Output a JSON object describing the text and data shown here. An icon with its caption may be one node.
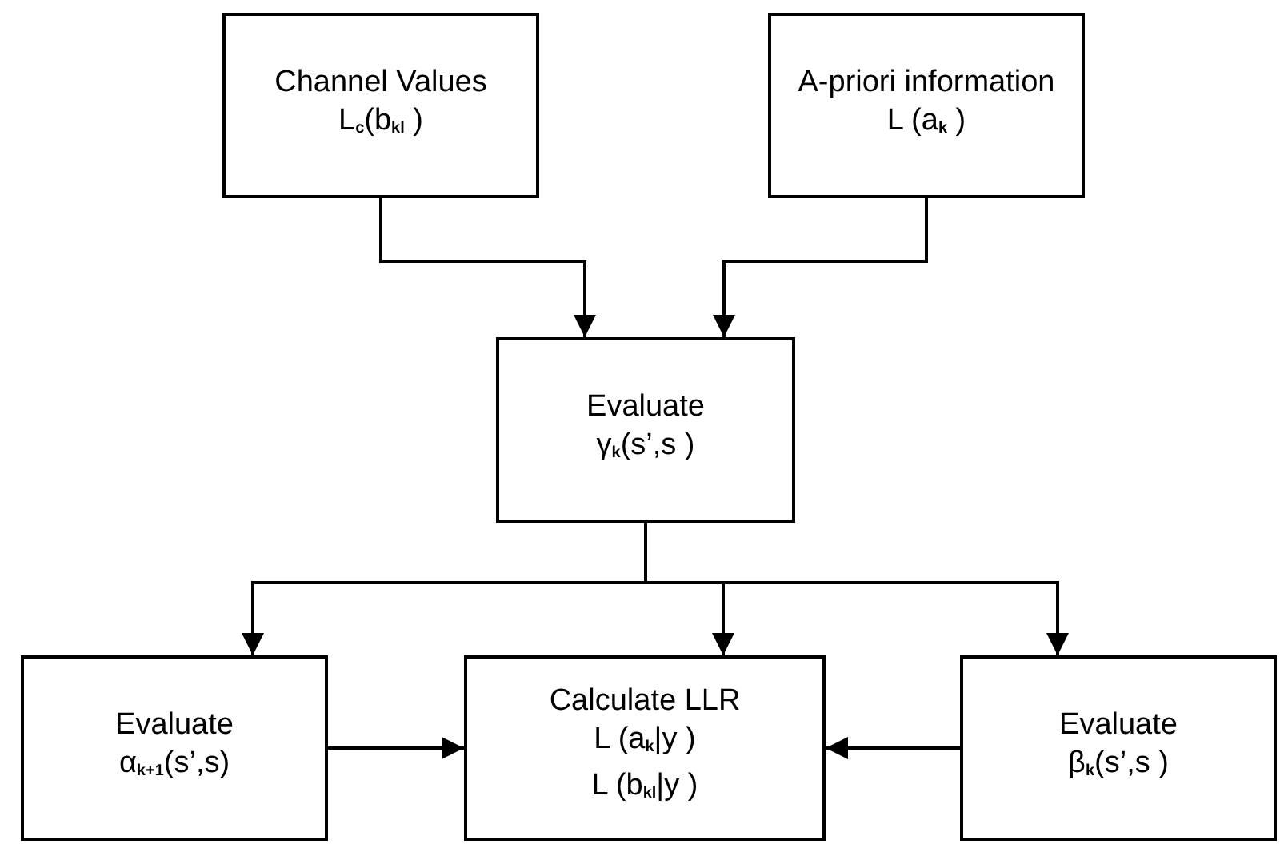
{
  "diagram": {
    "nodes": [
      {
        "text": [
          "Channel Values",
          "L$_{c}$(b$_{kl}$ )"
        ]
      },
      {
        "text": [
          "A-priori information",
          "L (a$_{k}$ )"
        ]
      },
      {
        "text": [
          "Evaluate",
          "γ$_{k}$(s’,s )"
        ]
      },
      {
        "text": [
          "Evaluate",
          "α$_{k+1}$(s’,s)"
        ]
      },
      {
        "text": [
          "Calculate LLR",
          "L (a$_{k}$|y )",
          "L (b$_{kl}$|y )"
        ]
      },
      {
        "text": [
          "Evaluate",
          "β$_{k}$(s’,s )"
        ]
      }
    ],
    "edges": [
      {
        "from": 0,
        "to": 2,
        "arrow": "to"
      },
      {
        "from": 1,
        "to": 2,
        "arrow": "to"
      },
      {
        "from": 2,
        "to": 3,
        "arrow": "to"
      },
      {
        "from": 2,
        "to": 4,
        "arrow": "to"
      },
      {
        "from": 2,
        "to": 5,
        "arrow": "to"
      },
      {
        "from": 3,
        "to": 4,
        "arrow": "to"
      },
      {
        "from": 5,
        "to": 4,
        "arrow": "to"
      }
    ]
  }
}
